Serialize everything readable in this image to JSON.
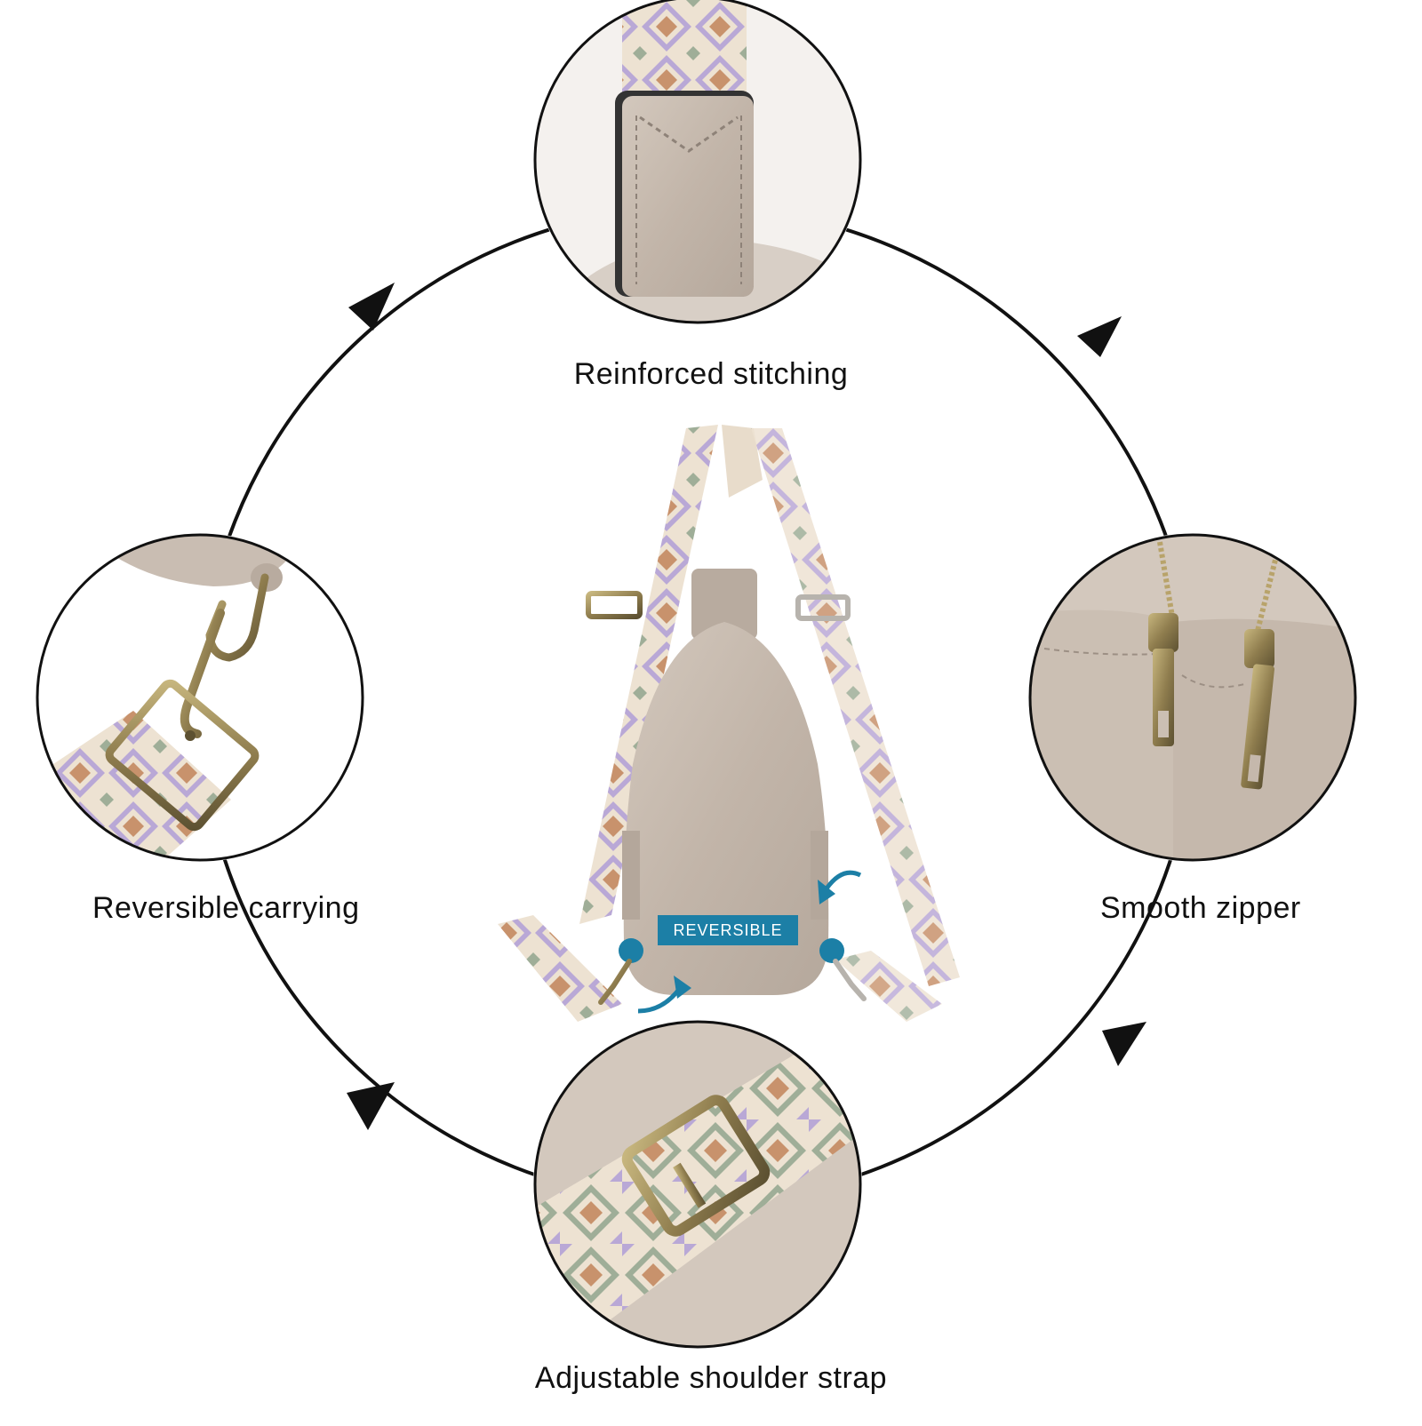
{
  "features": {
    "top": "Reinforced stitching",
    "left": "Reversible carrying",
    "right": "Smooth zipper",
    "bottom": "Adjustable shoulder strap"
  },
  "badge": "REVERSIBLE",
  "colors": {
    "leather": "#c9bdb2",
    "leather_dark": "#a89a8e",
    "strap_cream": "#ede2d2",
    "strap_lavender": "#b9a8d6",
    "strap_terracotta": "#c8926c",
    "strap_sage": "#9fae98",
    "hardware": "#9c8a58",
    "accent_teal": "#1c7fa6"
  },
  "icons": [
    "cycle-arrow-icon",
    "curved-arrow-icon"
  ]
}
